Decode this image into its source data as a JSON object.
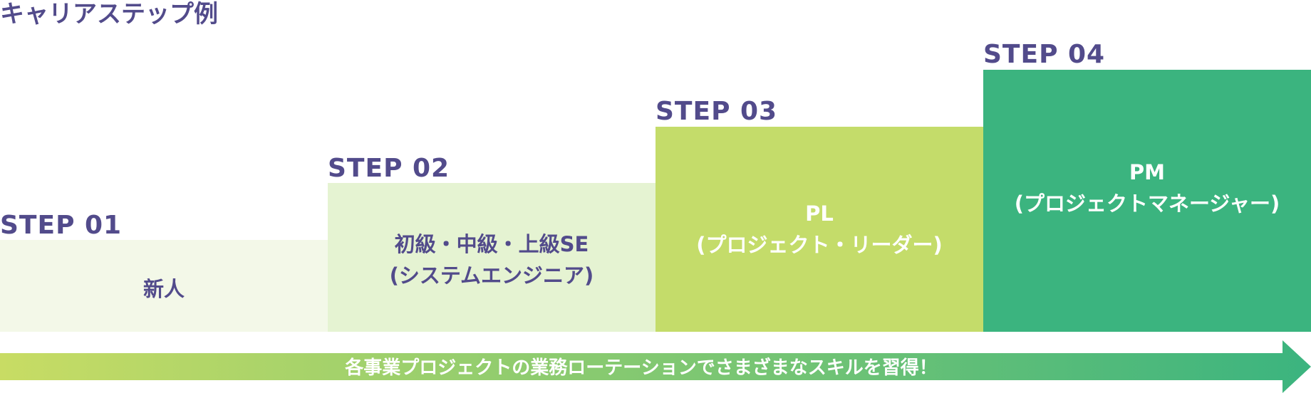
{
  "title": "キャリアステップ例",
  "steps": [
    {
      "label": "STEP 01",
      "lines": [
        "新人"
      ],
      "color": "#f3f8e8"
    },
    {
      "label": "STEP 02",
      "lines": [
        "初級・中級・上級SE",
        "(システムエンジニア)"
      ],
      "color": "#e5f3d2"
    },
    {
      "label": "STEP 03",
      "lines": [
        "PL",
        "(プロジェクト・リーダー)"
      ],
      "color": "#c4dc6a"
    },
    {
      "label": "STEP 04",
      "lines": [
        "PM",
        "(プロジェクトマネージャー)"
      ],
      "color": "#3bb47f"
    }
  ],
  "arrow": {
    "text": "各事業プロジェクトの業務ローテーションでさまざまなスキルを習得！",
    "gradient_start": "#c8dc64",
    "gradient_end": "#3bb47f"
  }
}
